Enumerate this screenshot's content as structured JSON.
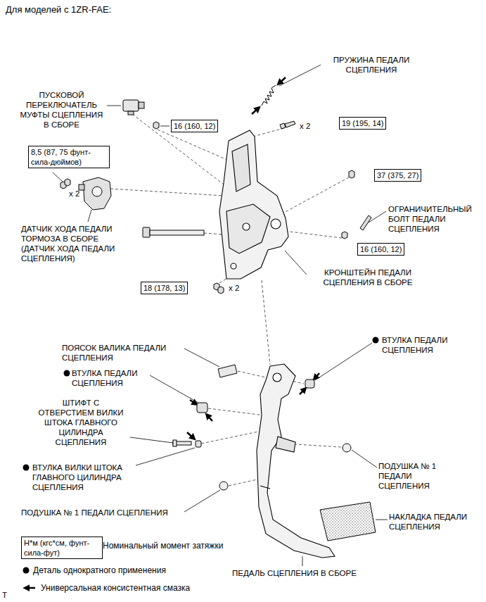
{
  "diagram": {
    "title": "Для моделей с 1ZR-FAE:",
    "nodes": [
      {
        "text": [
          "16 (160, 12)"
        ]
      },
      {
        "text": [
          "19 (195, 14)"
        ]
      },
      {
        "text": [
          "8,5 (87, 75 фунт-сила-дюймов)"
        ]
      },
      {
        "text": [
          "37 (375, 27)"
        ]
      },
      {
        "text": [
          "16 (160, 12)"
        ]
      },
      {
        "text": [
          "18 (178, 13)"
        ]
      },
      {
        "text": [
          "Н*м (кгс*см, фунт-сила-фут)"
        ]
      }
    ],
    "labels": [
      "ПРУЖИНА ПЕДАЛИ СЦЕПЛЕНИЯ",
      "ПУСКОВОЙ ПЕРЕКЛЮЧАТЕЛЬ МУФТЫ СЦЕПЛЕНИЯ В СБОРЕ",
      "x 2",
      "x 2",
      "ОГРАНИЧИТЕЛЬНЫЙ БОЛТ ПЕДАЛИ СЦЕПЛЕНИЯ",
      "ДАТЧИК ХОДА ПЕДАЛИ ТОРМОЗА В СБОРЕ (ДАТЧИК ХОДА ПЕДАЛИ СЦЕПЛЕНИЯ)",
      "КРОНШТЕЙН ПЕДАЛИ СЦЕПЛЕНИЯ В СБОРЕ",
      "x 2",
      "ПОЯСОК ВАЛИКА ПЕДАЛИ СЦЕПЛЕНИЯ",
      "ВТУЛКА ПЕДАЛИ СЦЕПЛЕНИЯ",
      "ВТУЛКА ПЕДАЛИ СЦЕПЛЕНИЯ",
      "ШТИФТ С ОТВЕРСТИЕМ ВИЛКИ ШТОКА ГЛАВНОГО ЦИЛИНДРА СЦЕПЛЕНИЯ",
      "ВТУЛКА ВИЛКИ ШТОКА ГЛАВНОГО ЦИЛИНДРА СЦЕПЛЕНИЯ",
      "ПОДУШКА № 1 ПЕДАЛИ СЦЕПЛЕНИЯ",
      "ПОДУШКА № 1 ПЕДАЛИ СЦЕПЛЕНИЯ",
      "НАКЛАДКА ПЕДАЛИ СЦЕПЛЕНИЯ",
      "ПЕДАЛЬ СЦЕПЛЕНИЯ В СБОРЕ",
      "T"
    ],
    "legend": [
      {
        "text": "Номинальный момент затяжки"
      },
      {
        "text": "Деталь однократного применения"
      },
      {
        "text": "Универсальная консистентная смазка"
      }
    ]
  }
}
